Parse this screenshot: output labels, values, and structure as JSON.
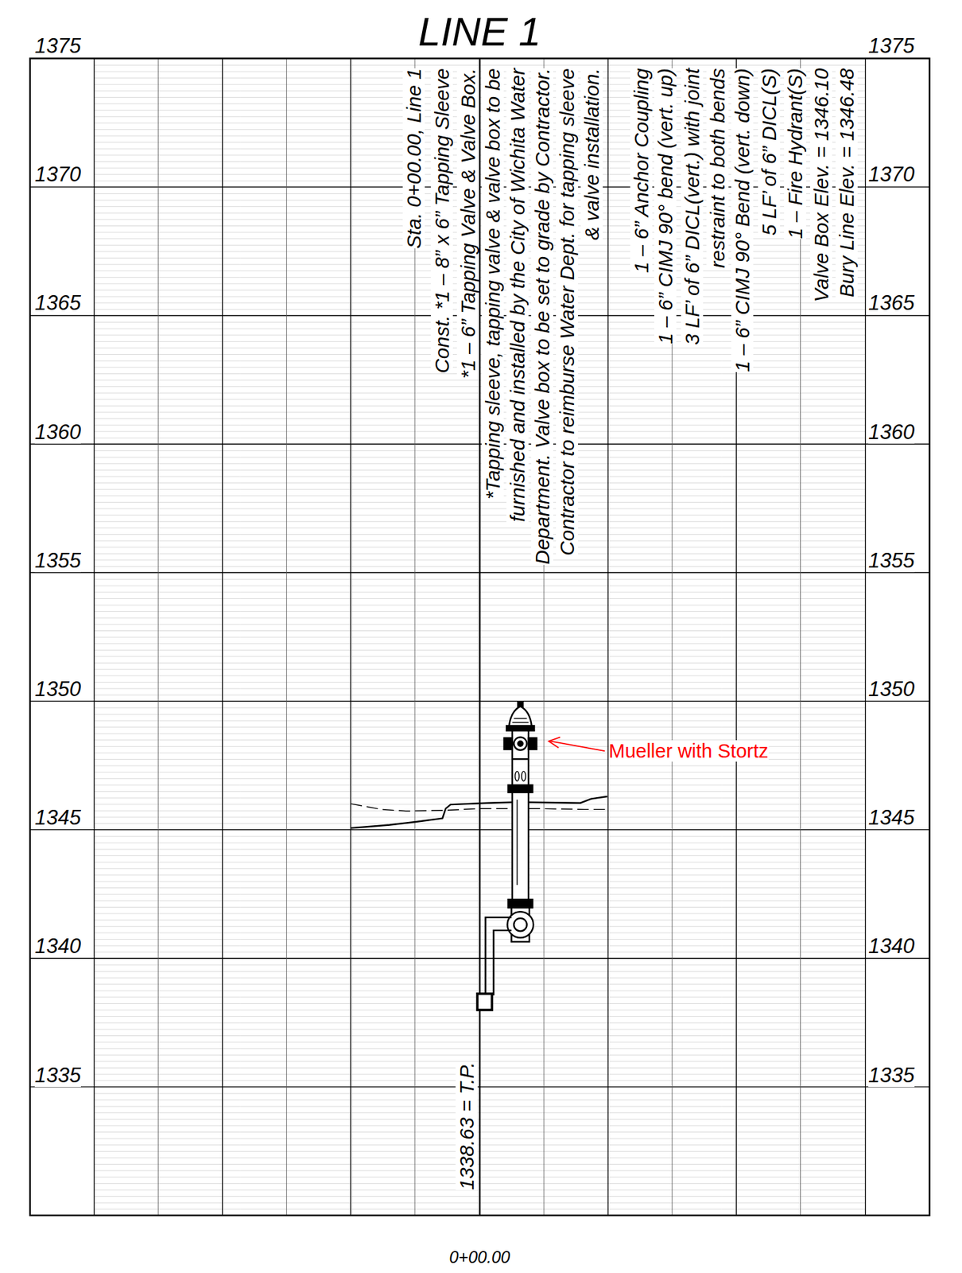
{
  "diagram": {
    "title": "LINE 1",
    "labels": [
      "1375",
      "1370",
      "1365",
      "1360",
      "1355",
      "1350",
      "1345",
      "1340",
      "1335",
      "1375",
      "1370",
      "1365",
      "1360",
      "1355",
      "1350",
      "1345",
      "1340",
      "1335",
      "Sta. 0+00.00, Line 1",
      "Const. *1 – 8” x 6” Tapping Sleeve",
      "*1 – 6” Tapping Valve & Valve Box.",
      "*Tapping sleeve, tapping valve & valve box to be furnished and installed by the City of Wichita Water Department. Valve box to be set to grade by Contractor. Contractor to reimburse Water Dept. for tapping sleeve & valve installation.",
      "1 – 6” Anchor Coupling",
      "1 – 6” CIMJ 90° bend (vert. up)",
      "3 LF’ of 6” DICL(vert.) with joint",
      "restraint to both bends",
      "1 – 6” CIMJ 90° Bend (vert. down)",
      "5 LF’ of 6” DICL(S)",
      "1 – Fire Hydrant(S)",
      "Valve Box Elev. = 1346.10",
      "Bury Line Elev. = 1346.48",
      "1338.63 = T.P.",
      "Mueller with Stortz",
      "0+00.00"
    ]
  }
}
